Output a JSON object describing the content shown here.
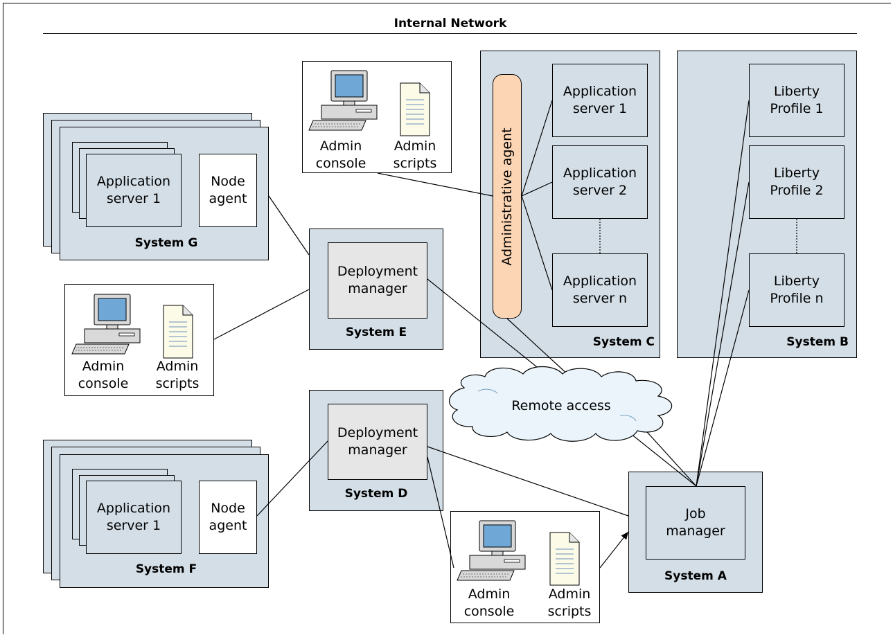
{
  "diagram": {
    "network_title": "Internal Network",
    "system_a": {
      "label": "System A",
      "job_manager": "Job\nmanager"
    },
    "system_b": {
      "label": "System B",
      "profiles": [
        "Liberty\nProfile 1",
        "Liberty\nProfile 2",
        "Liberty\nProfile n"
      ]
    },
    "system_c": {
      "label": "System C",
      "agent": "Administrative agent",
      "servers": [
        "Application\nserver 1",
        "Application\nserver 2",
        "Application\nserver n"
      ]
    },
    "system_d": {
      "label": "System D",
      "dm": "Deployment\nmanager"
    },
    "system_e": {
      "label": "System E",
      "dm": "Deployment\nmanager"
    },
    "system_f": {
      "label": "System F",
      "server": "Application\nserver 1",
      "node": "Node\nagent"
    },
    "system_g": {
      "label": "System G",
      "server": "Application\nserver 1",
      "node": "Node\nagent"
    },
    "cloud": "Remote access",
    "admin_console": "Admin\nconsole",
    "admin_scripts": "Admin\nscripts"
  },
  "colors": {
    "system_fill": "#d3dee7",
    "manager_fill": "#e6e6e6",
    "agent_fill": "#fcd5b4",
    "cloud_fill": "#eaf4fa"
  },
  "icons": [
    "computer-icon",
    "document-icon",
    "cloud-icon"
  ]
}
